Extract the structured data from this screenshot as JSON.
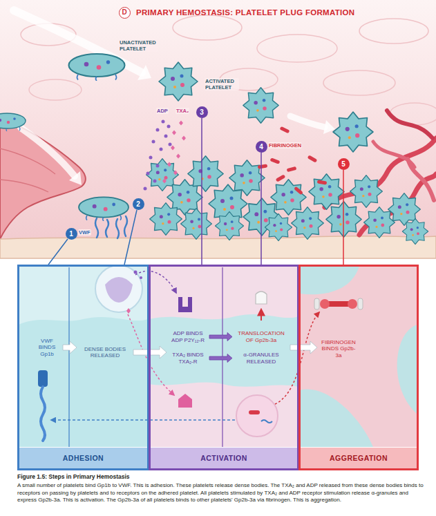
{
  "diagram": {
    "title": "PRIMARY HEMOSTASIS: PLATELET PLUG FORMATION",
    "caption": "Figure 1.5: Steps in Primary Hemostasis",
    "nodes": [
      {
        "text": [
          "ADHESION"
        ]
      },
      {
        "text": [
          "VWF BINDS Gp1b"
        ],
        "in": 0
      },
      {
        "text": [
          "DENSE BODIES RELEASED"
        ],
        "in": 0
      },
      {
        "text": [
          "ACTIVATION"
        ]
      },
      {
        "text": [
          "ADP BINDS ADP P2Y₁₂-R",
          "TXA₂ BINDS TXA₂-R"
        ],
        "in": 3
      },
      {
        "text": [
          "TRANSLOCATION OF Gp2b-3a",
          "α-GRANULES RELEASED"
        ],
        "in": 3
      },
      {
        "text": [
          "AGGREGATION"
        ]
      },
      {
        "text": [
          "FIBRINOGEN BINDS Gp2b-3a"
        ],
        "in": 6
      }
    ],
    "edges": [
      {
        "from": 1,
        "to": 2,
        "arrow": "to"
      },
      {
        "from": 2,
        "to": 4,
        "arrow": "to"
      },
      {
        "from": 4,
        "to": 5,
        "arrow": "to"
      },
      {
        "from": 4,
        "to": 5,
        "arrow": "to"
      },
      {
        "from": 5,
        "to": 7,
        "arrow": "to"
      }
    ],
    "labels": [
      "D",
      "UNACTIVATED PLATELET",
      "ACTIVATED PLATELET",
      "ADP",
      "TXA₂",
      "3",
      "4",
      "FIBRINOGEN",
      "5",
      "2",
      "1",
      "VWF",
      "A small number of platelets bind Gp1b to VWF. This is adhesion. These platelets release dense bodies. The TXA₂ and ADP released from these dense bodies binds to receptors on passing by platelets and to receptors on the adhered platelet. All platelets stimulated by TXA₂ and ADP receptor stimulation release α-granules and express Gp2b-3a. This is activation. The Gp2b-3a of all platelets binds to other platelets' Gp2b-3a via fibrinogen. This is aggregation."
    ]
  }
}
